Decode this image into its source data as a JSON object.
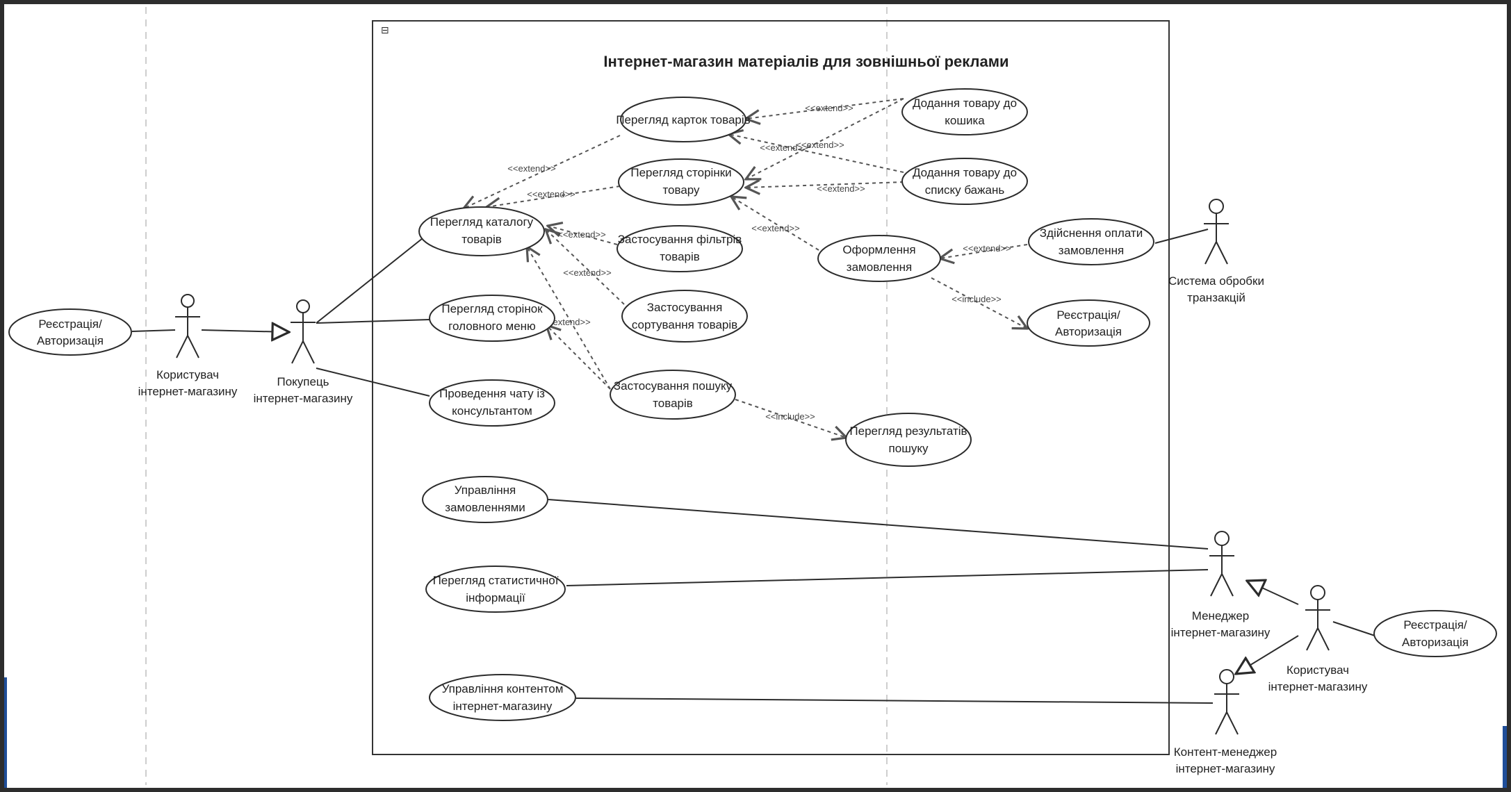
{
  "system": {
    "title": "Інтернет-магазин матеріалів для зовнішньої реклами",
    "collapse_glyph": "⊟"
  },
  "use_cases": {
    "reg_left": [
      "Реєстрація/",
      "Авторизація"
    ],
    "view_cards": [
      "Перегляд карток товарів"
    ],
    "view_product_page": [
      "Перегляд сторінки",
      "товару"
    ],
    "view_catalog": [
      "Перегляд каталогу",
      "товарів"
    ],
    "apply_filters": [
      "Застосування фільтрів",
      "товарів"
    ],
    "apply_sorting": [
      "Застосування",
      "сортування товарів"
    ],
    "view_main_menu": [
      "Перегляд сторінок",
      "головного меню"
    ],
    "consultant_chat": [
      "Проведення чату із",
      "консультантом"
    ],
    "apply_search": [
      "Застосування пошуку",
      "товарів"
    ],
    "view_search_results": [
      "Перегляд результатів",
      "пошуку"
    ],
    "add_to_cart": [
      "Додання товару до",
      "кошика"
    ],
    "add_to_wishlist": [
      "Додання товару до",
      "списку бажань"
    ],
    "checkout": [
      "Оформлення",
      "замовлення"
    ],
    "payment": [
      "Здійснення оплати",
      "замовлення"
    ],
    "reg_inner": [
      "Реєстрація/",
      "Авторизація"
    ],
    "manage_orders": [
      "Управління",
      "замовленнями"
    ],
    "view_stats": [
      "Перегляд статистичної",
      "інформації"
    ],
    "manage_content": [
      "Управління контентом",
      "інтернет-магазину"
    ],
    "reg_right": [
      "Реєстрація/",
      "Авторизація"
    ]
  },
  "actors": {
    "user_left": [
      "Користувач",
      "інтернет-магазину"
    ],
    "buyer": [
      "Покупець",
      "інтернет-магазину"
    ],
    "transactions": [
      "Система обробки",
      "транзакцій"
    ],
    "manager": [
      "Менеджер",
      "інтернет-магазину"
    ],
    "user_right": [
      "Користувач",
      "інтернет-магазину"
    ],
    "content_manager": [
      "Контент-менеджер",
      "інтернет-магазину"
    ]
  },
  "stereotypes": {
    "extend": "<<extend>>",
    "include": "<<include>>"
  }
}
